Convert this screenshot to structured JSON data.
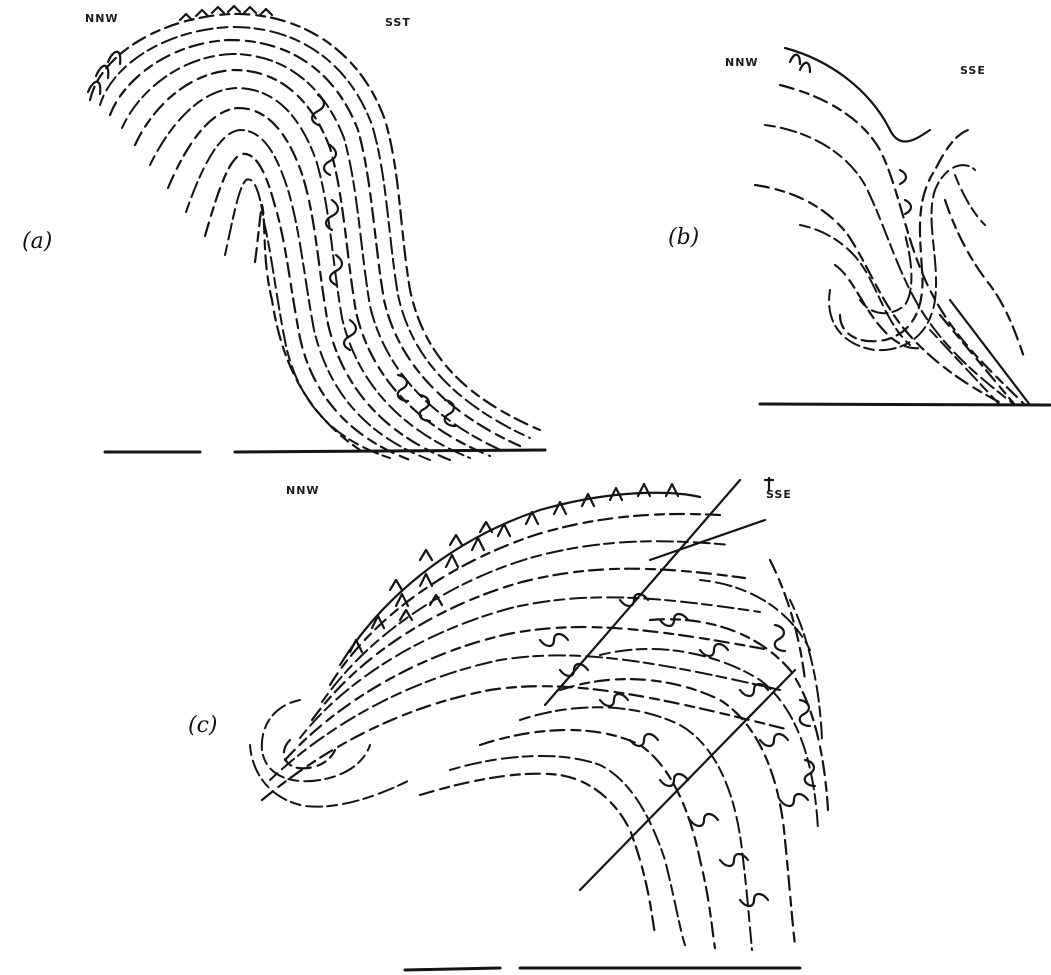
{
  "panels": [
    {
      "id": "a",
      "label": "(a)",
      "left_direction": "NNW",
      "right_direction": "SST"
    },
    {
      "id": "b",
      "label": "(b)",
      "left_direction": "NNW",
      "right_direction": "SSE"
    },
    {
      "id": "c",
      "label": "(c)",
      "left_direction": "NNW",
      "right_direction": "SSE"
    }
  ],
  "colors": {
    "ink": "#141414",
    "paper": "#ffffff"
  }
}
